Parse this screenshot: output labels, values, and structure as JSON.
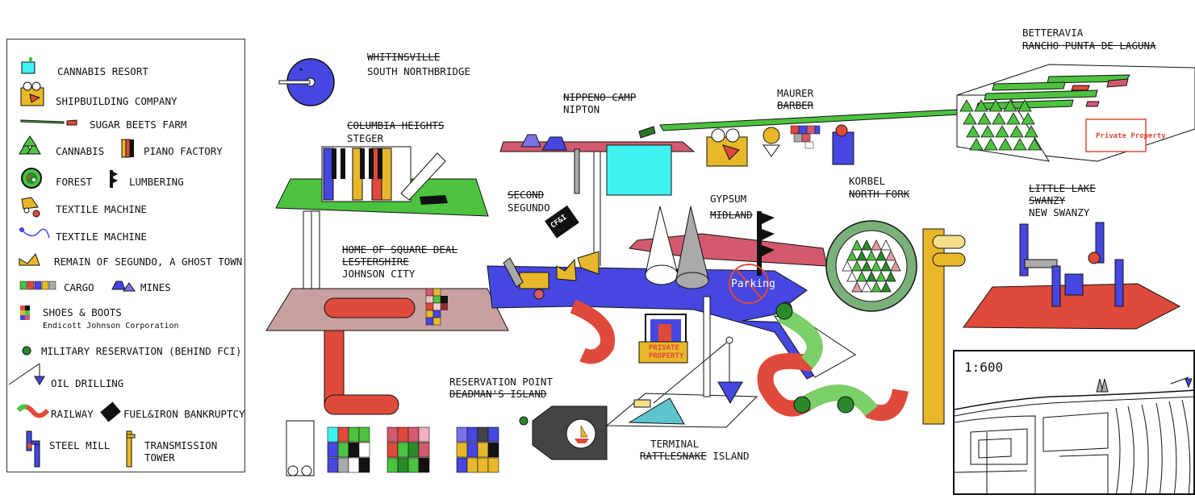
{
  "legend": {
    "items": [
      {
        "label": "CANNABIS RESORT"
      },
      {
        "label": "SHIPBUILDING COMPANY"
      },
      {
        "label": "SUGAR BEETS FARM"
      },
      {
        "label": "CANNABIS"
      },
      {
        "label": "PIANO FACTORY"
      },
      {
        "label": "FOREST"
      },
      {
        "label": "LUMBERING"
      },
      {
        "label": "TEXTILE MACHINE"
      },
      {
        "label": "TEXTILE MACHINE"
      },
      {
        "label": "REMAIN OF SEGUNDO, A GHOST TOWN"
      },
      {
        "label": "CARGO"
      },
      {
        "label": "MINES"
      },
      {
        "label": "SHOES & BOOTS"
      },
      {
        "label": "Endicott Johnson Corporation"
      },
      {
        "label": "MILITARY RESERVATION (BEHIND FCI)"
      },
      {
        "label": "OIL DRILLING"
      },
      {
        "label": "RAILWAY"
      },
      {
        "label": "FUEL&IRON BANKRUPTCY"
      },
      {
        "label": "STEEL MILL"
      },
      {
        "label": "TRANSMISSION"
      },
      {
        "label": "TOWER"
      }
    ]
  },
  "places": {
    "whitinsville": "WHITINSVILLE",
    "south_northbridge": "SOUTH NORTHBRIDGE",
    "columbia_heights": "COLUMBIA HEIGHTS",
    "steger": "STEGER",
    "nippeno_camp": "NIPPENO CAMP",
    "nipton": "NIPTON",
    "maurer": "MAURER",
    "barber": "BARBER",
    "betteravia": "BETTERAVIA",
    "rancho": "RANCHO PUNTA DE LAGUNA",
    "second": "SECOND",
    "segundo": "SEGUNDO",
    "gypsum": "GYPSUM",
    "midland": "MIDLAND",
    "korbel": "KORBEL",
    "north_fork": "NORTH FORK",
    "little_lake": "LITTLE LAKE",
    "swanzy": "SWANZY",
    "new_swanzy": "NEW SWANZY",
    "home_square_deal": "HOME OF SQUARE DEAL",
    "lestershire": "LESTERSHIRE",
    "johnson_city": "JOHNSON CITY",
    "reservation_point": "RESERVATION POINT",
    "deadmans_island": "DEADMAN'S ISLAND",
    "terminal": "TERMINAL",
    "rattlesnake": "RATTLESNAKE",
    "island": " ISLAND"
  },
  "signs": {
    "parking": "Parking",
    "private_property_1": "PRIVATE",
    "private_property_2": "PROPERTY",
    "private_property_farm": "Private Property",
    "fuel_iron": "CF&I"
  },
  "inset": {
    "scale": "1:600"
  },
  "colors": {
    "blue": "#4646e0",
    "red": "#e04a3a",
    "green": "#4cc23f",
    "yellow": "#e8b82a",
    "pink": "#d35a6e",
    "cyan": "#3ef2f2",
    "mauve": "#c8a0a0"
  }
}
